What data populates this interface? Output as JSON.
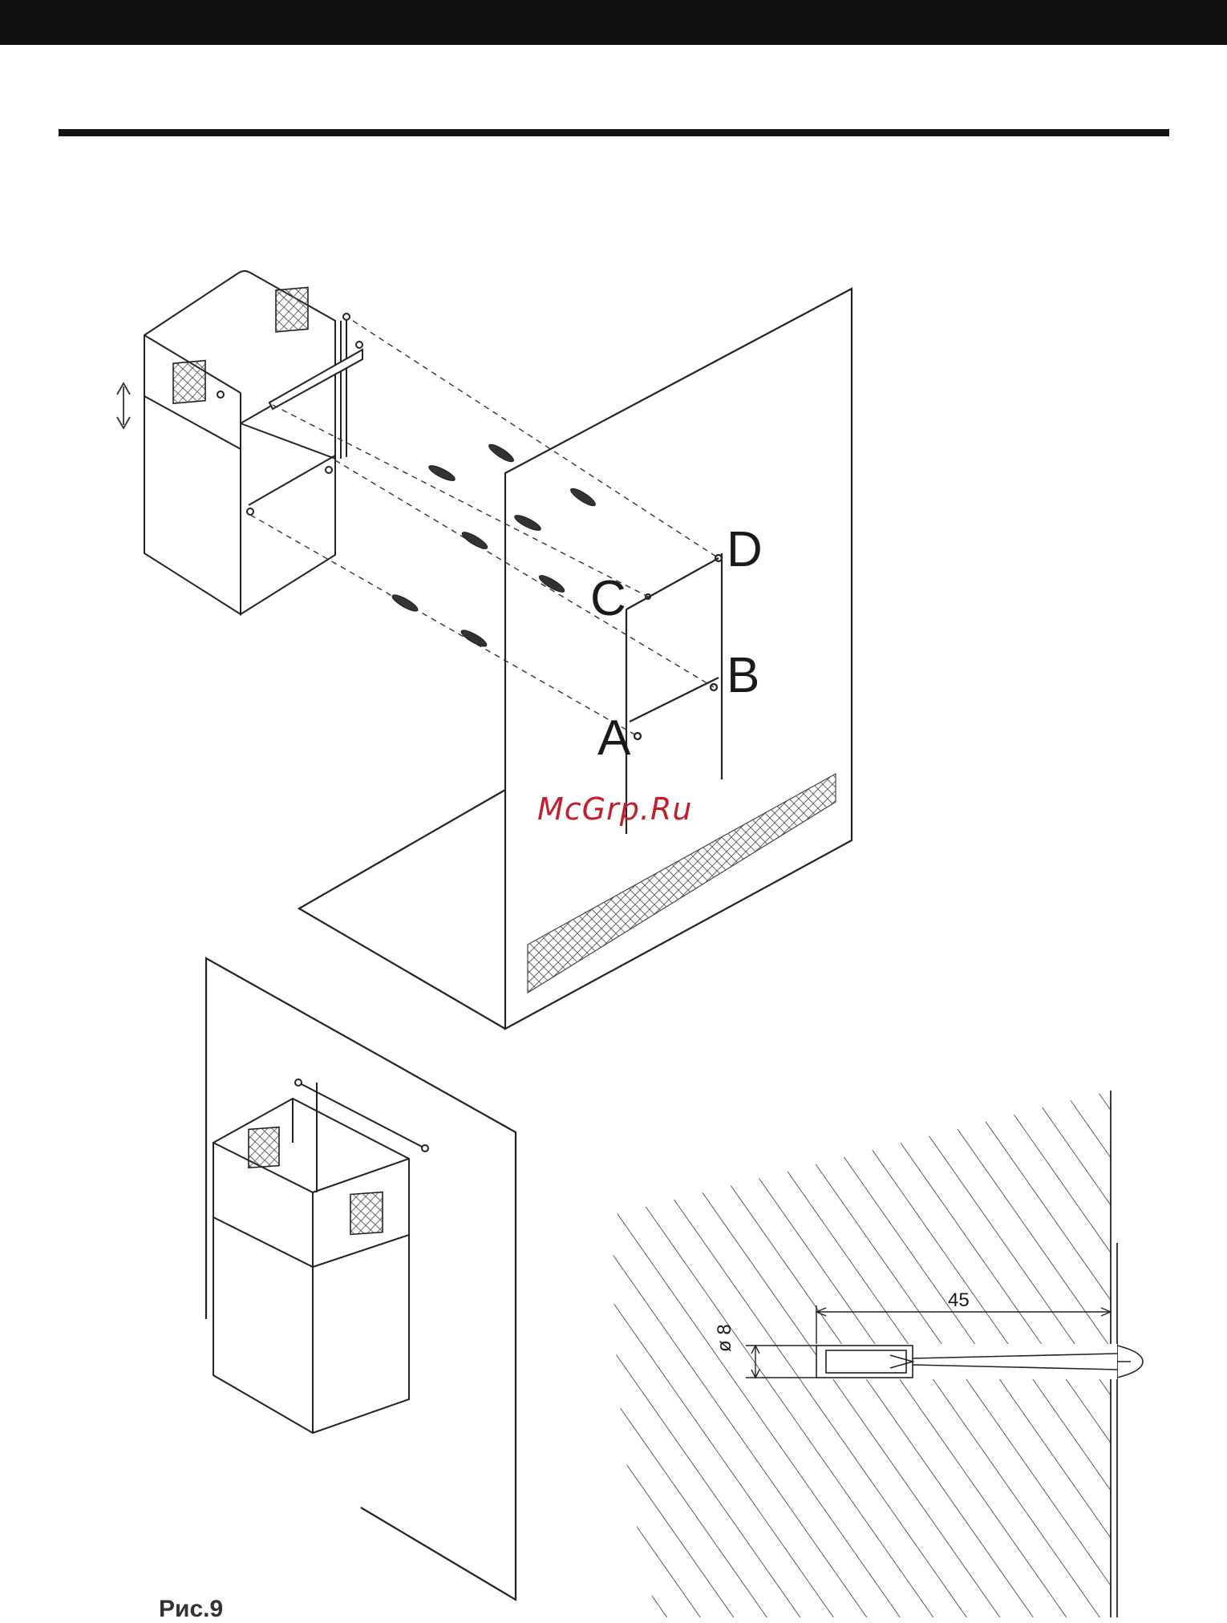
{
  "header": {
    "bar_color": "#111111"
  },
  "figure1": {
    "points": {
      "a": "A",
      "b": "B",
      "c": "C",
      "d": "D"
    }
  },
  "watermark": {
    "text": "McGrp.Ru",
    "color": "#c41e2a"
  },
  "detail": {
    "length_label": "45",
    "diameter_label": "ø 8"
  },
  "caption": "Рис.9"
}
